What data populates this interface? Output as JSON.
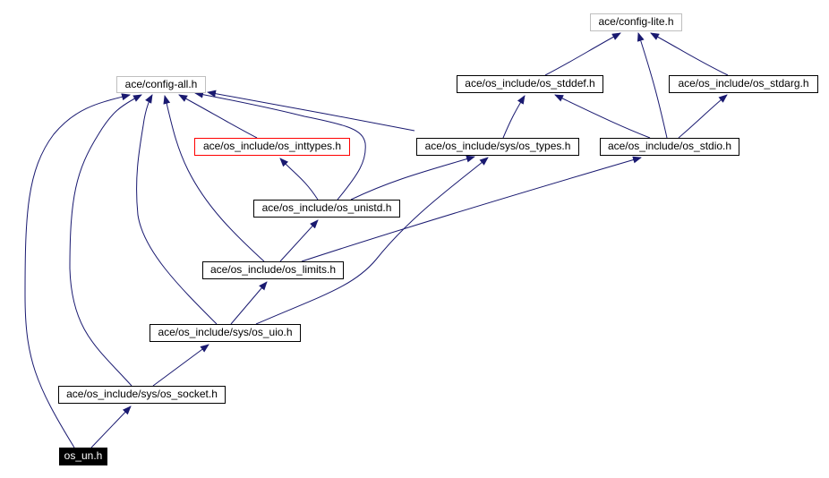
{
  "colors": {
    "edge": "#191970",
    "gray_border": "#bfbfbf",
    "red_border": "#ff0000"
  },
  "nodes": {
    "config_lite": "ace/config-lite.h",
    "config_all": "ace/config-all.h",
    "os_stddef": "ace/os_include/os_stddef.h",
    "os_stdarg": "ace/os_include/os_stdarg.h",
    "os_inttypes": "ace/os_include/os_inttypes.h",
    "sys_os_types": "ace/os_include/sys/os_types.h",
    "os_stdio": "ace/os_include/os_stdio.h",
    "os_unistd": "ace/os_include/os_unistd.h",
    "os_limits": "ace/os_include/os_limits.h",
    "sys_os_uio": "ace/os_include/sys/os_uio.h",
    "sys_os_socket": "ace/os_include/sys/os_socket.h",
    "os_un": "os_un.h"
  },
  "edges": [
    [
      "os_un",
      "config_all"
    ],
    [
      "os_un",
      "sys_os_socket"
    ],
    [
      "sys_os_socket",
      "config_all"
    ],
    [
      "sys_os_socket",
      "sys_os_uio"
    ],
    [
      "sys_os_uio",
      "config_all"
    ],
    [
      "sys_os_uio",
      "os_limits"
    ],
    [
      "sys_os_uio",
      "sys_os_types"
    ],
    [
      "os_limits",
      "config_all"
    ],
    [
      "os_limits",
      "os_unistd"
    ],
    [
      "os_limits",
      "os_stdio"
    ],
    [
      "os_unistd",
      "os_inttypes"
    ],
    [
      "os_unistd",
      "config_all"
    ],
    [
      "os_unistd",
      "sys_os_types"
    ],
    [
      "os_inttypes",
      "config_all"
    ],
    [
      "sys_os_types",
      "config_all"
    ],
    [
      "sys_os_types",
      "os_stddef"
    ],
    [
      "os_stdio",
      "os_stddef"
    ],
    [
      "os_stdio",
      "config_lite"
    ],
    [
      "os_stdio",
      "os_stdarg"
    ],
    [
      "os_stddef",
      "config_lite"
    ],
    [
      "os_stdarg",
      "config_lite"
    ]
  ]
}
